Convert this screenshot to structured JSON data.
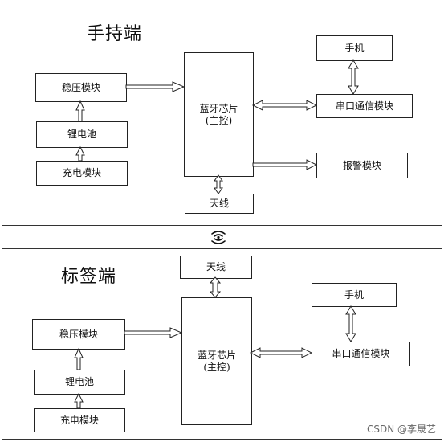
{
  "handheld": {
    "title": "手持端",
    "regulator": "稳压模块",
    "battery": "锂电池",
    "charger": "充电模块",
    "chip_line1": "蓝牙芯片",
    "chip_line2": "(主控)",
    "antenna": "天线",
    "phone": "手机",
    "serial": "串口通信模块",
    "alarm": "报警模块"
  },
  "tag": {
    "title": "标签端",
    "antenna": "天线",
    "regulator": "稳压模块",
    "battery": "锂电池",
    "charger": "充电模块",
    "chip_line1": "蓝牙芯片",
    "chip_line2": "(主控)",
    "phone": "手机",
    "serial": "串口通信模块"
  },
  "wireless_icon": "wireless-signal-icon",
  "watermark": "CSDN @李晟艺"
}
